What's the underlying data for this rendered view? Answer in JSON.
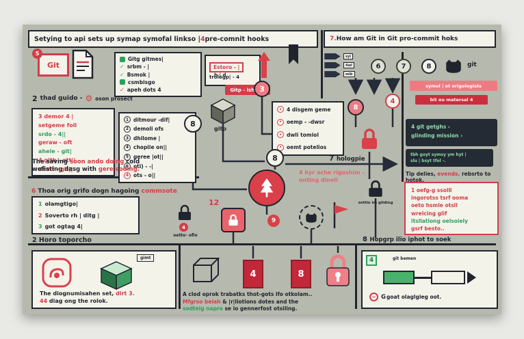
{
  "poster": {
    "header_left": {
      "a": "Setying to api sets up symap symofal linkso | ",
      "b": "4 ",
      "c": "pre-comnit hooks"
    },
    "header_right": {
      "num": "7.",
      "text": " How am Git in Git pro-commit hoks"
    },
    "git_box": {
      "label": "Git",
      "badge": "5"
    },
    "checklist": {
      "items": [
        {
          "label": "Gitg gitmes|"
        },
        {
          "label": "srbm - |"
        },
        {
          "label": "Bsmok |"
        },
        {
          "label": "csmbisgo"
        },
        {
          "label": "apeh dots 4"
        }
      ]
    },
    "estoro": {
      "box": "Estoro - |",
      "sub": "trologp| - 4"
    },
    "guide_row": {
      "num": "2",
      "title": "thad guido -",
      "after": "oson prosect"
    },
    "red_list": {
      "lines": [
        "3 demor 4 |",
        "setgeme foll",
        "srdo - 4||",
        "geraw - oft",
        "aheie - git|",
        "4 gitb - ott||",
        "demt - git||"
      ]
    },
    "num_list": {
      "items": [
        {
          "n": "1",
          "t": "ditmour -dif|"
        },
        {
          "n": "2",
          "t": "demoli ofs"
        },
        {
          "n": "3",
          "t": "dhilome |"
        },
        {
          "n": "4",
          "t": "chopiie on||"
        },
        {
          "n": "5",
          "t": "geree |ot||"
        },
        {
          "n": "6",
          "t": "oti) - -|"
        },
        {
          "n": "4",
          "t": "ots - o||"
        }
      ]
    },
    "caption1": {
      "a": "The saving ",
      "b": "soon ando doing",
      "c": " cold",
      "d": "wofisting dasg with ",
      "e": "gere soding."
    },
    "mid": {
      "pill": "Gitp - lsh oto",
      "tiny_note": "b | d",
      "circle3": "3",
      "circle8a": "8",
      "cube_label": "gitp",
      "list": [
        "4 disgem geme",
        "oemp - -dwsr",
        "dwli tomiol",
        "oemt potelios"
      ],
      "circle8b": "8",
      "circle9": "9",
      "pink_line1": "4 hyr oche rigoshim -",
      "pink_line2": "onting dinell",
      "twelve": "12",
      "lock_badge": "4",
      "lock_label": "oetto- ofin"
    },
    "panel6": {
      "head_a": "6 ",
      "head_b": "Thoa orig grifo dogn hagoing ",
      "head_c": "commsote",
      "rows": [
        {
          "n": "1",
          "t": "olamgtigo|"
        },
        {
          "n": "2",
          "t": "Soverto rh | ditg |"
        },
        {
          "n": "3",
          "t": "got ogtag 4|"
        }
      ]
    },
    "horo_row": {
      "num": "2 ",
      "text": "Horo toporcho"
    },
    "right_top": {
      "chevrons": [
        "syl",
        "4wl",
        "mlb"
      ],
      "circle6": "6",
      "circle7": "7",
      "circle8": "8",
      "git_label": "git",
      "badge_pink": "symol | ot origologists",
      "badge_red": "bit ou matersal 4",
      "dark1_line1": "4 git getghs -",
      "dark1_line2": "glinding mission  ›",
      "dark2_line1": "tbh goyt symsy ym hyt |",
      "dark2_line2": "slu | bsyt tfol -.",
      "tip_a": "Tip delies, ",
      "tip_b": "evends,",
      "tip_c": " rebsrto to hotok.",
      "hologpie_num": "7 ",
      "hologpie": "hologpie",
      "lock2_label": "osttio im gliding"
    },
    "right_list": {
      "lines": [
        "1 oefg-g ssolll",
        "ingorotss tsrf ooma",
        "oeto hsmle otsll",
        "wrelcing glif",
        "itsllationg oelsoiely",
        "gsrf besto.."
      ]
    },
    "bottom_right_header": {
      "num": "8 ",
      "text": "Hopgrp ilio iphot to soek"
    },
    "bottom_left": {
      "tag": "gimt",
      "cap_a": "The diognumisahen set, ",
      "cap_b": "dirt 3.",
      "cap_c": "44 ",
      "cap_d": "diag ong the rolok."
    },
    "bottom_mid": {
      "rect4": "4",
      "rect8": "8",
      "line1": "A clod oprok trabatks thot-gots ifo otkolam..",
      "line2_a": "Mfgrso beiah",
      "line2_b": " & |r|liotions dotes and the",
      "line3_a": "sodteig napro",
      "line3_b": " se io gennerfost otsiling."
    },
    "bottom_right": {
      "corner": "4",
      "tag": "git bemen",
      "cap_a": "G ",
      "cap_b": "goat olaglgieg oot."
    }
  },
  "colors": {
    "red": "#d23d49",
    "green": "#2f9e5f",
    "pink": "#ee7b83",
    "ink": "#20242e",
    "poster_bg": "#b6b9ad"
  }
}
